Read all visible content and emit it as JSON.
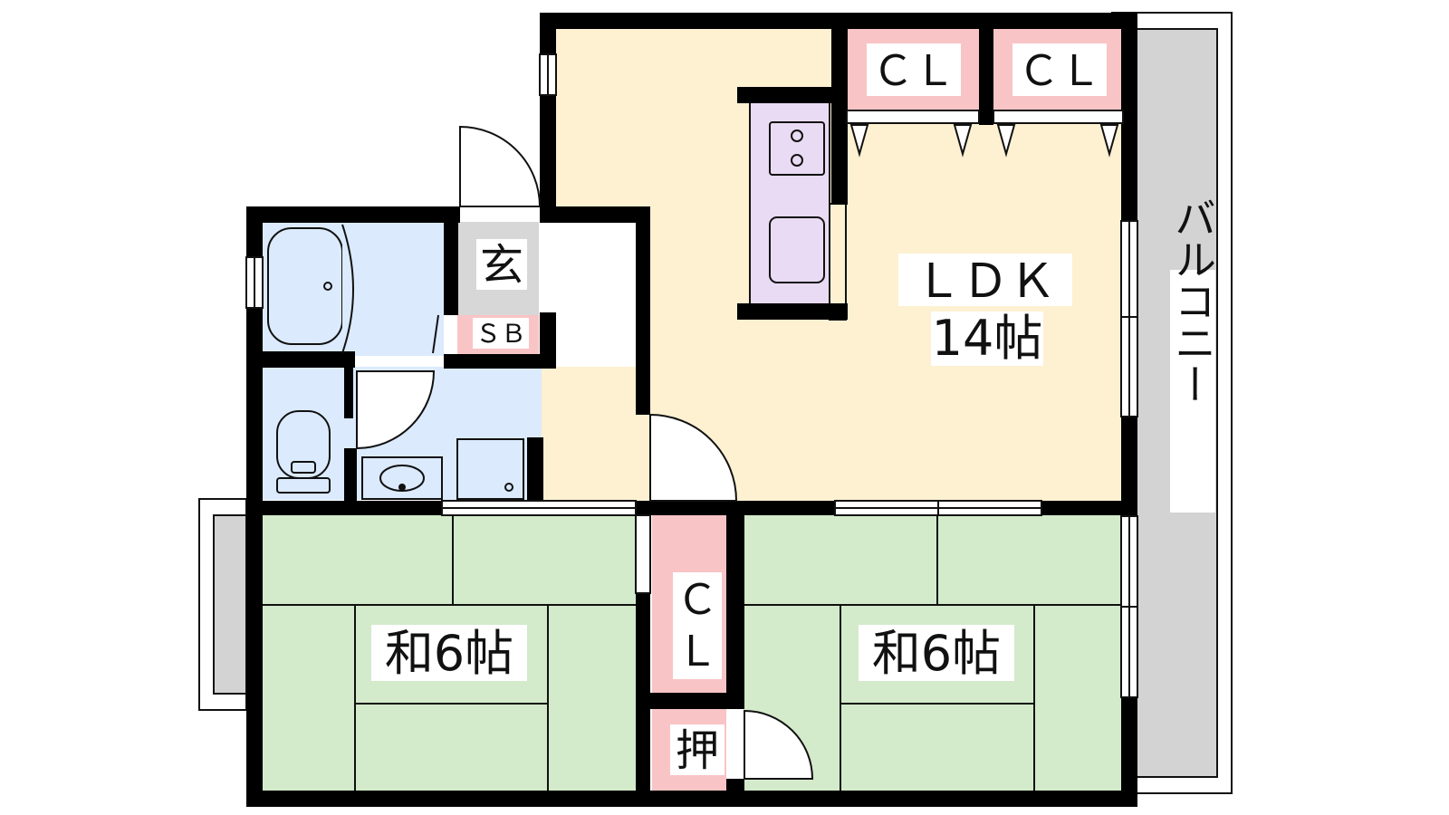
{
  "colors": {
    "wall": "#000000",
    "ldk_floor": "#fdf1d2",
    "tatami": "#d3eacb",
    "wet_area": "#dbeafc",
    "closet": "#f9c4c5",
    "kitchen": "#e9dbf3",
    "genkan": "#d7d7d7",
    "balcony": "#d3d3d3"
  },
  "rooms": {
    "ldk": {
      "name": "ＬＤＫ",
      "size": "14帖"
    },
    "washitsu_left": {
      "label": "和6帖"
    },
    "washitsu_right": {
      "label": "和6帖"
    },
    "genkan": {
      "label": "玄"
    },
    "shoe_box": {
      "label": "ＳＢ"
    },
    "balcony": {
      "label": "バルコニー"
    }
  },
  "closets": {
    "top_left": "ＣＬ",
    "top_right": "ＣＬ",
    "middle": [
      "Ｃ",
      "Ｌ"
    ],
    "oshiire": "押"
  },
  "icons": [
    "bathtub-icon",
    "toilet-icon",
    "washbasin-icon",
    "washing-machine-icon",
    "stove-icon",
    "kitchen-sink-icon",
    "door-swing-icon"
  ]
}
